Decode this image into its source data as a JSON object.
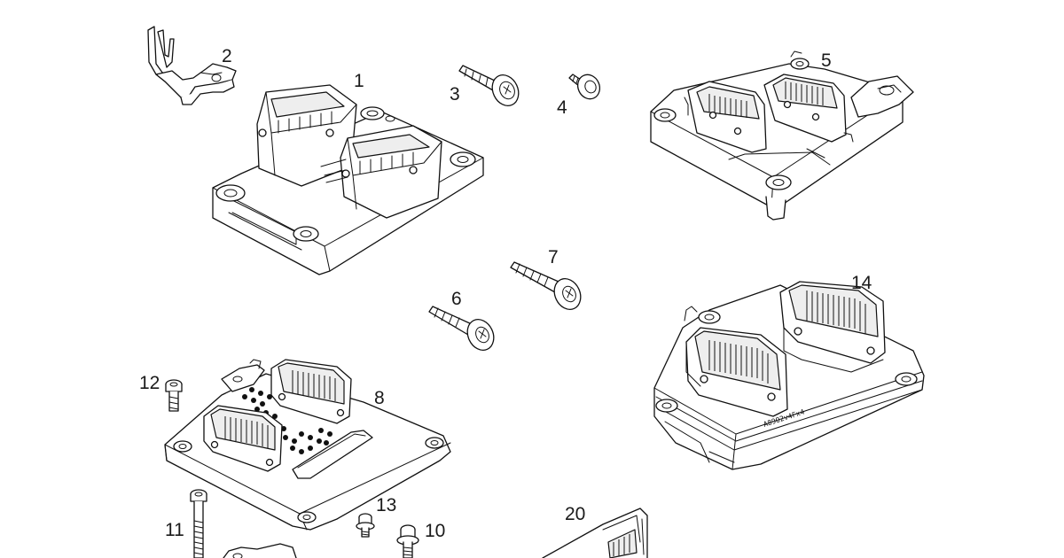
{
  "diagram": {
    "callouts": {
      "c1": "1",
      "c2": "2",
      "c3": "3",
      "c4": "4",
      "c5": "5",
      "c6": "6",
      "c7": "7",
      "c8": "8",
      "c10": "10",
      "c11": "11",
      "c12": "12",
      "c13": "13",
      "c14": "14",
      "c20": "20"
    },
    "engraving_part14": "A89O2v4Fx4"
  }
}
